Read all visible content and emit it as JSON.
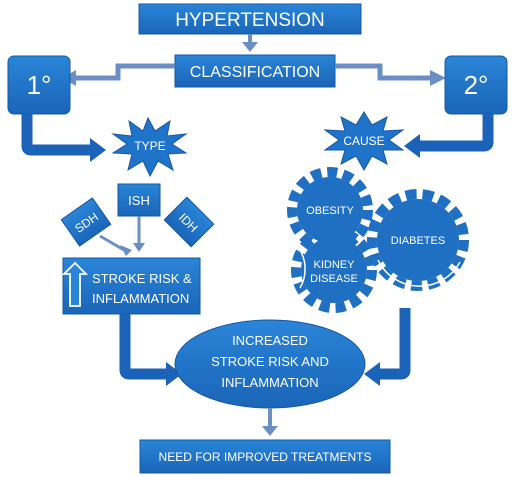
{
  "title": "HYPERTENSION",
  "classification": "CLASSIFICATION",
  "primary": "1°",
  "secondary": "2°",
  "type": "TYPE",
  "cause": "CAUSE",
  "subtypes": {
    "ish": "ISH",
    "sdh": "SDH",
    "idh": "IDH"
  },
  "causes": {
    "obesity": "OBESITY",
    "diabetes": "DIABETES",
    "kidney_line1": "KIDNEY",
    "kidney_line2": "DISEASE"
  },
  "stroke_box": {
    "line1": "STROKE  RISK &",
    "line2": "INFLAMMATION"
  },
  "outcome": {
    "line1": "INCREASED",
    "line2": "STROKE RISK AND",
    "line3": "INFLAMMATION"
  },
  "conclusion": "NEED FOR IMPROVED TREATMENTS",
  "colors": {
    "box_fill": "#1f73c8",
    "box_stroke": "#1558a4",
    "arrow": "#6b8ec4",
    "arrow_dark": "#1a63b8",
    "gear": "#1f6fc2",
    "text": "#ffffff"
  }
}
